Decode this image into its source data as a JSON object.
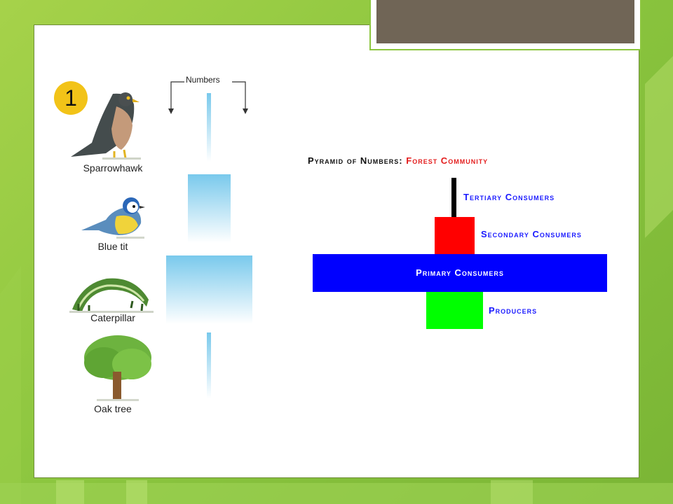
{
  "badge": "1",
  "numbers_label": "Numbers",
  "organisms": [
    {
      "label": "Sparrowhawk"
    },
    {
      "label": "Blue tit"
    },
    {
      "label": "Caterpillar"
    },
    {
      "label": "Oak tree"
    }
  ],
  "pyramid": {
    "title_prefix": "Pyramid of Numbers:",
    "title_accent": "Forest Community",
    "levels": [
      {
        "label": "Tertiary Consumers",
        "color": "#000000"
      },
      {
        "label": "Secondary Consumers",
        "color": "#ff0000"
      },
      {
        "label": "Primary Consumers",
        "color": "#0000ff"
      },
      {
        "label": "Producers",
        "color": "#00ff00"
      }
    ]
  },
  "colors": {
    "background": "#8cc63f",
    "title_bar": "#706556",
    "badge": "#f2c318",
    "numbers_bar": "#79c9ec",
    "level_text": "#1a1aff",
    "title_accent": "#e31d1d"
  }
}
